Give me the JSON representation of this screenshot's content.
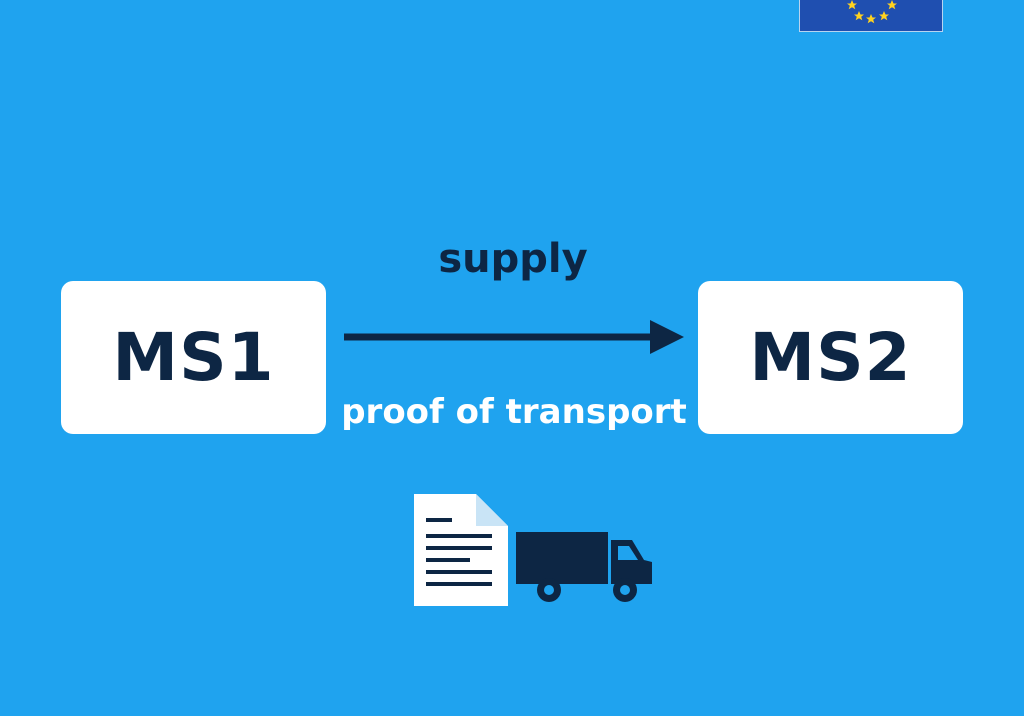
{
  "diagram": {
    "source": {
      "label": "MS1"
    },
    "target": {
      "label": "MS2"
    },
    "arrow_top_label": "supply",
    "arrow_bottom_label": "proof of transport",
    "icons": [
      "document-icon",
      "truck-icon",
      "eu-flag-icon"
    ]
  },
  "colors": {
    "background": "#1fa3ef",
    "box_fill": "#ffffff",
    "dark_navy": "#0d2644",
    "flag_blue": "#1f4fb0",
    "flag_star": "#ffd21f"
  }
}
